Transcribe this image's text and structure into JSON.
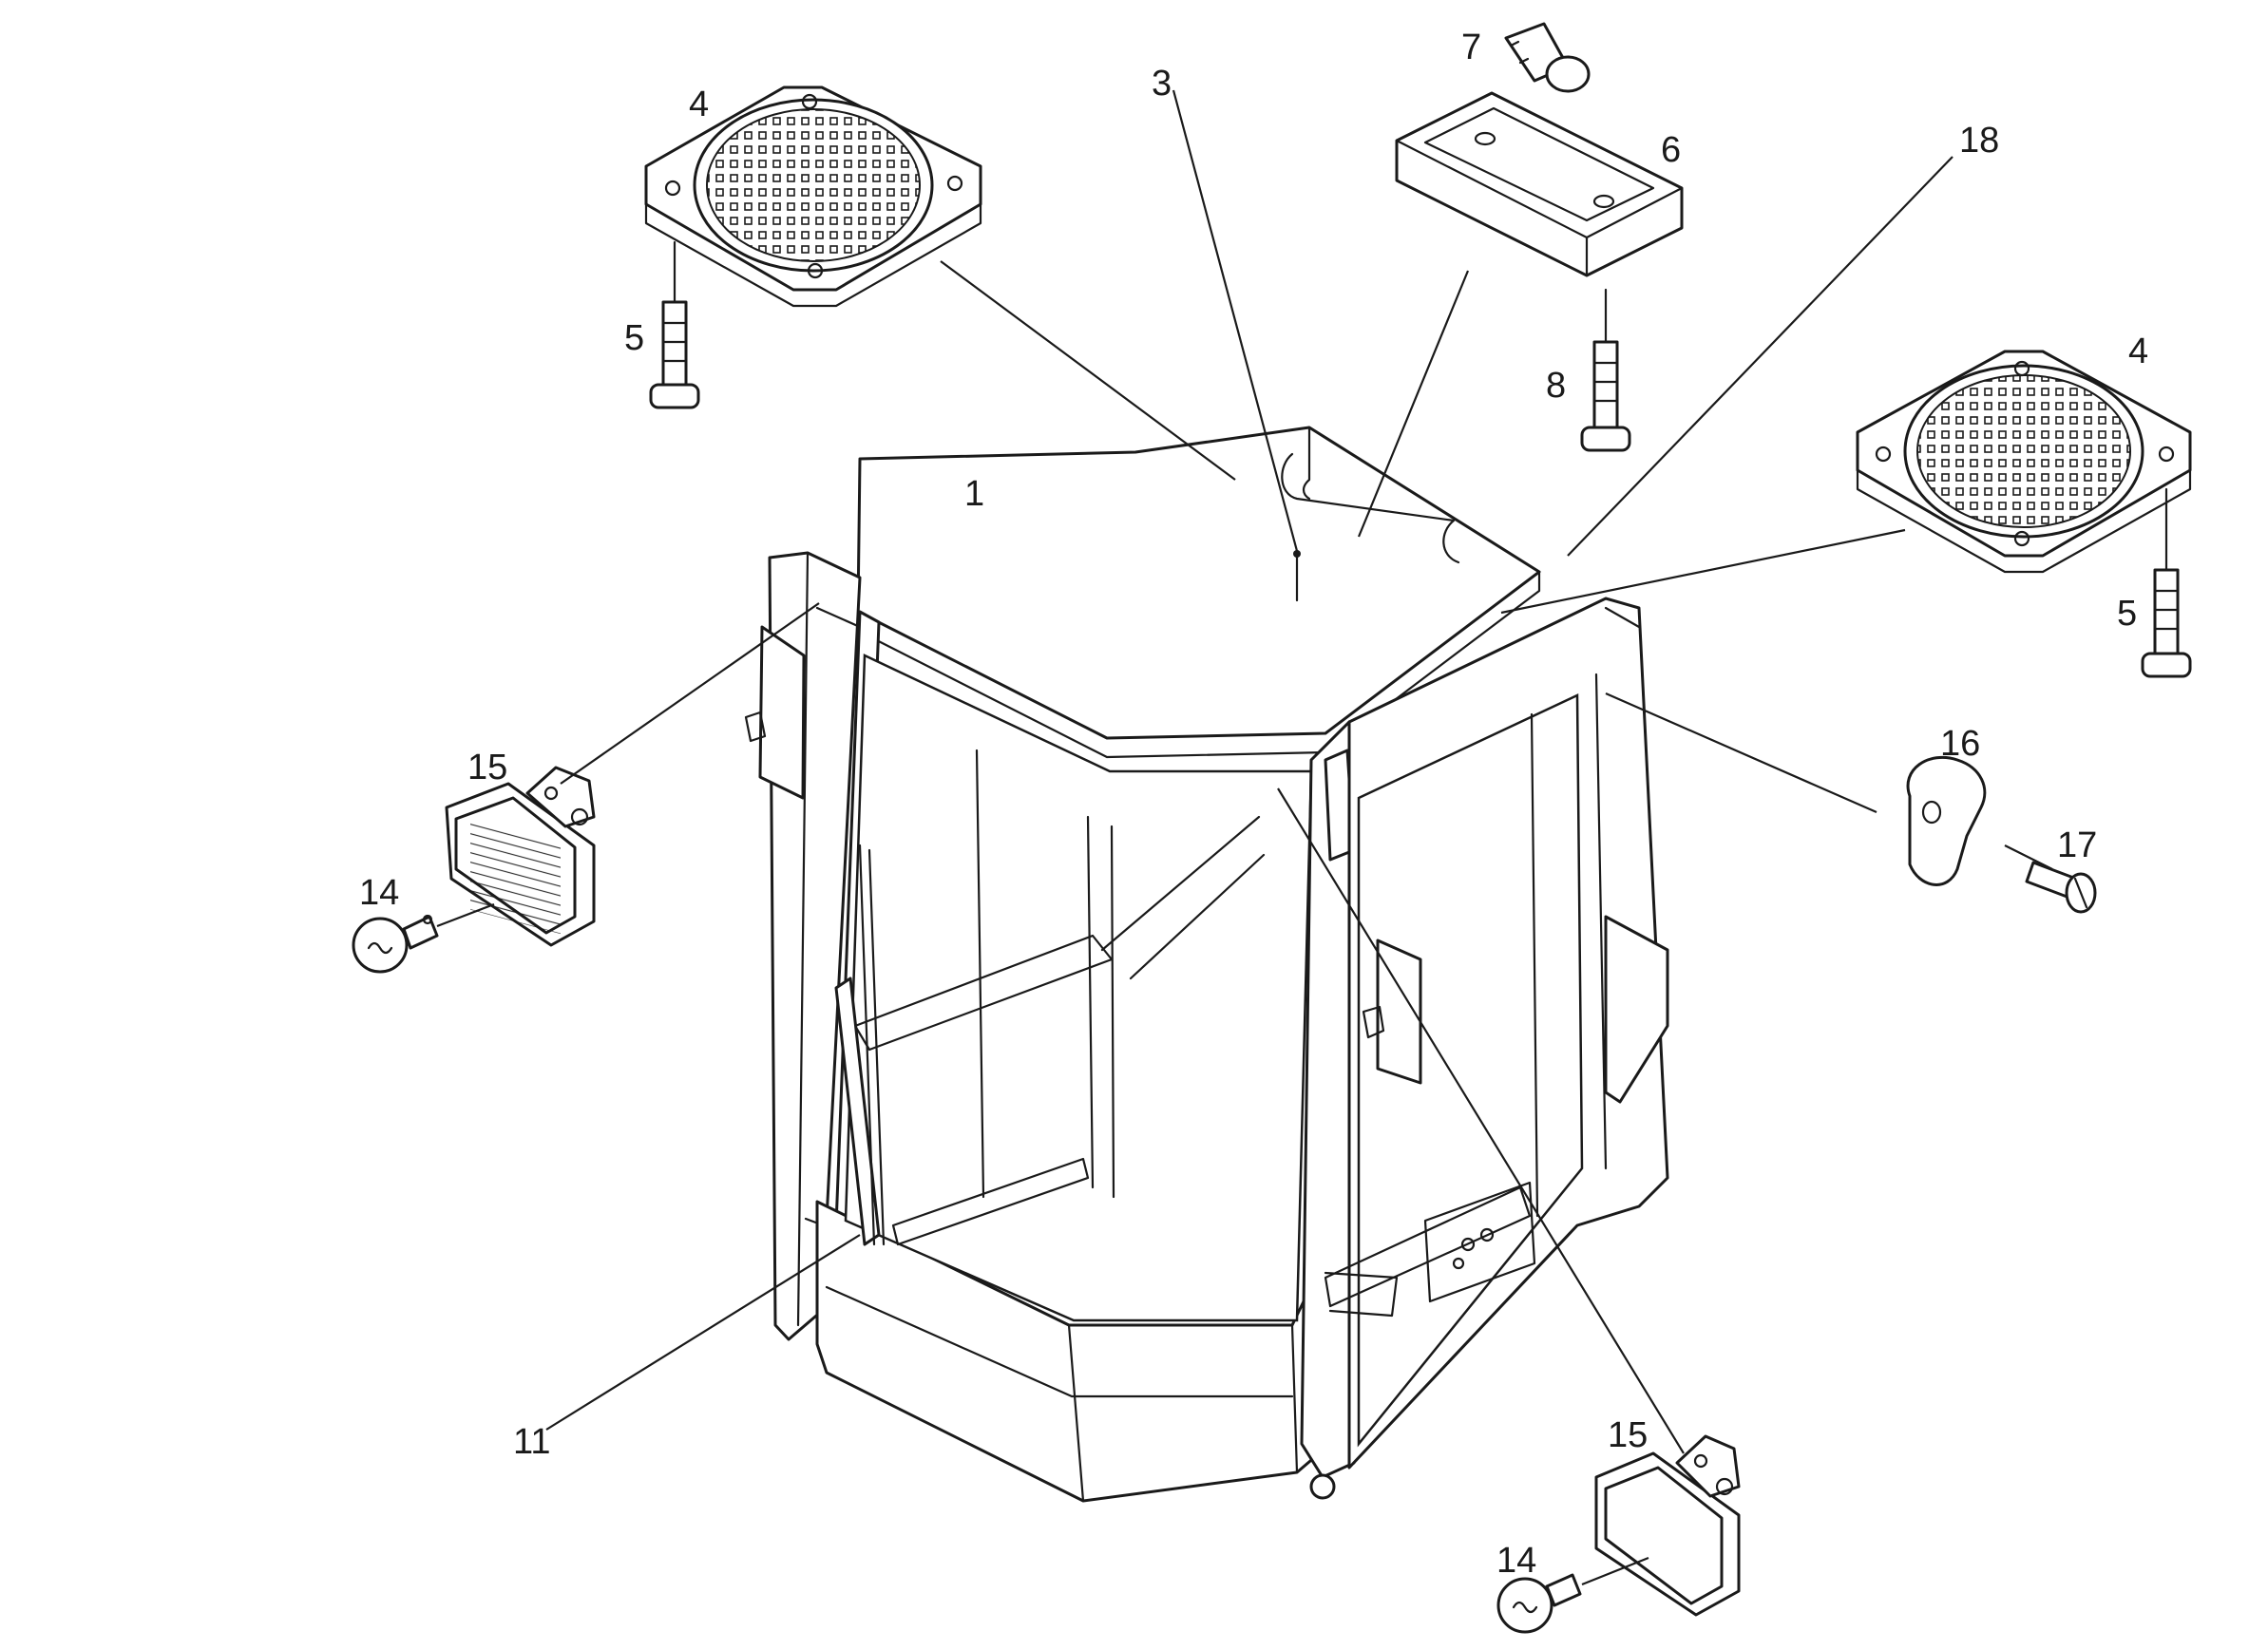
{
  "diagram": {
    "callouts": {
      "c1": "1",
      "c3": "3",
      "c4a": "4",
      "c4b": "4",
      "c5a": "5",
      "c5b": "5",
      "c6": "6",
      "c7": "7",
      "c8": "8",
      "c11": "11",
      "c14a": "14",
      "c14b": "14",
      "c15a": "15",
      "c15b": "15",
      "c16": "16",
      "c17": "17",
      "c18": "18"
    },
    "colors": {
      "line": "#1a1a1a",
      "background": "#ffffff"
    }
  }
}
